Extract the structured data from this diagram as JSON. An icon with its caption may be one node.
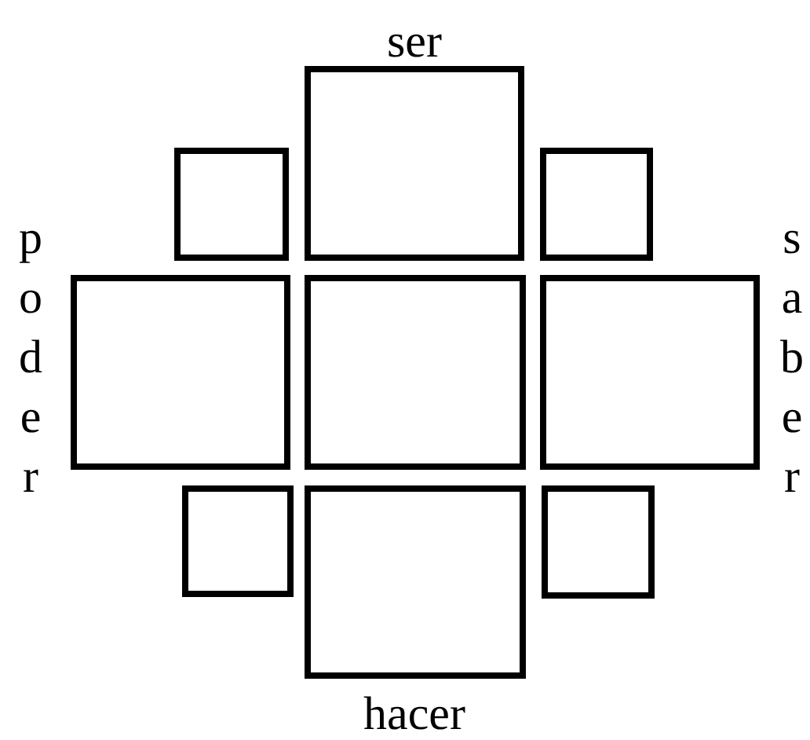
{
  "diagram": {
    "nodes": [
      {
        "text": [],
        "shape": "box",
        "beside": [
          "ser"
        ]
      },
      {
        "text": [],
        "shape": "box"
      },
      {
        "text": [],
        "shape": "box"
      },
      {
        "text": [],
        "shape": "box",
        "beside": [
          "poder"
        ]
      },
      {
        "text": [],
        "shape": "box"
      },
      {
        "text": [],
        "shape": "box",
        "beside": [
          "saber"
        ]
      },
      {
        "text": [],
        "shape": "box"
      },
      {
        "text": [],
        "shape": "box",
        "beside": [
          "hacer"
        ]
      },
      {
        "text": [],
        "shape": "box"
      }
    ]
  }
}
